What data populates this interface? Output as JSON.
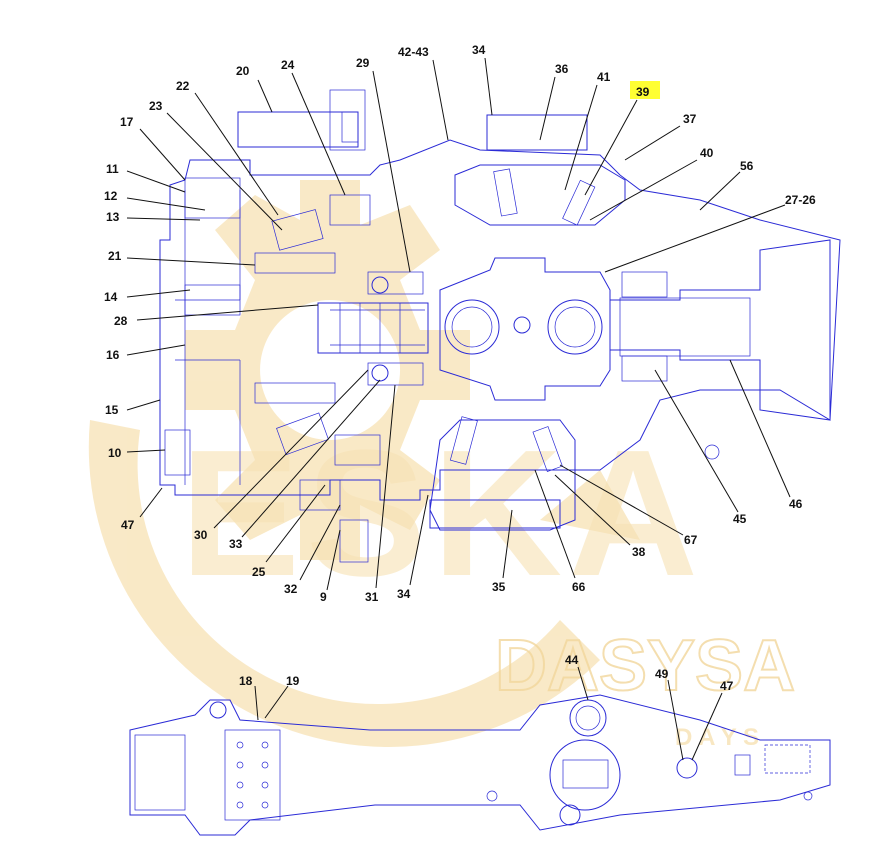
{
  "diagram": {
    "watermark_lines": [
      "ESKA",
      "DASYSA",
      "D A Y S"
    ],
    "highlighted_callout": "39",
    "colors": {
      "line": "#2b2bd6",
      "watermark": "#f7e2b4",
      "highlight": "#ffff33",
      "text": "#111111"
    },
    "callouts": [
      {
        "id": "c20",
        "text": "20"
      },
      {
        "id": "c24",
        "text": "24"
      },
      {
        "id": "c22",
        "text": "22"
      },
      {
        "id": "c23",
        "text": "23"
      },
      {
        "id": "c17",
        "text": "17"
      },
      {
        "id": "c11",
        "text": "11"
      },
      {
        "id": "c12",
        "text": "12"
      },
      {
        "id": "c13",
        "text": "13"
      },
      {
        "id": "c21",
        "text": "21"
      },
      {
        "id": "c14",
        "text": "14"
      },
      {
        "id": "c28",
        "text": "28"
      },
      {
        "id": "c16",
        "text": "16"
      },
      {
        "id": "c15",
        "text": "15"
      },
      {
        "id": "c10",
        "text": "10"
      },
      {
        "id": "c47a",
        "text": "47"
      },
      {
        "id": "c29",
        "text": "29"
      },
      {
        "id": "c4243",
        "text": "42-43"
      },
      {
        "id": "c34a",
        "text": "34"
      },
      {
        "id": "c36",
        "text": "36"
      },
      {
        "id": "c41",
        "text": "41"
      },
      {
        "id": "c39",
        "text": "39"
      },
      {
        "id": "c37",
        "text": "37"
      },
      {
        "id": "c40",
        "text": "40"
      },
      {
        "id": "c56",
        "text": "56"
      },
      {
        "id": "c2726",
        "text": "27-26"
      },
      {
        "id": "c30",
        "text": "30"
      },
      {
        "id": "c33",
        "text": "33"
      },
      {
        "id": "c25",
        "text": "25"
      },
      {
        "id": "c32",
        "text": "32"
      },
      {
        "id": "c9",
        "text": "9"
      },
      {
        "id": "c31",
        "text": "31"
      },
      {
        "id": "c34b",
        "text": "34"
      },
      {
        "id": "c35",
        "text": "35"
      },
      {
        "id": "c66",
        "text": "66"
      },
      {
        "id": "c38",
        "text": "38"
      },
      {
        "id": "c67",
        "text": "67"
      },
      {
        "id": "c45",
        "text": "45"
      },
      {
        "id": "c46",
        "text": "46"
      },
      {
        "id": "c44",
        "text": "44"
      },
      {
        "id": "c49",
        "text": "49"
      },
      {
        "id": "c47b",
        "text": "47"
      },
      {
        "id": "c18",
        "text": "18"
      },
      {
        "id": "c19",
        "text": "19"
      }
    ]
  }
}
